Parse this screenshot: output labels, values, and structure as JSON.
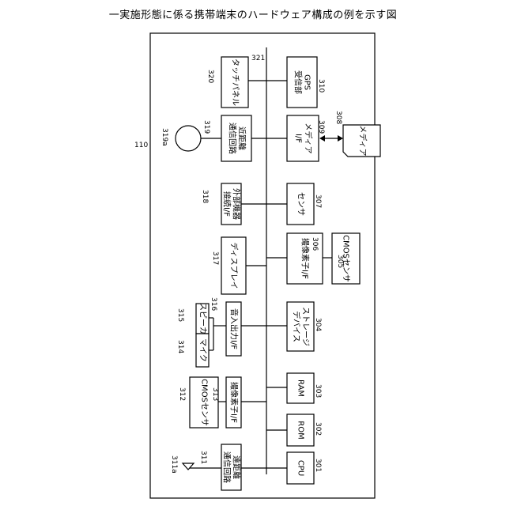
{
  "title": "一実施形態に係る携帯端末のハードウェア構成の例を示す図",
  "device_ref": "110",
  "bus_ref": "321",
  "components": [
    {
      "id": "touch_panel",
      "label": [
        "タッチパネル"
      ],
      "ref": "320"
    },
    {
      "id": "gps",
      "label": [
        "GPS",
        "受信部"
      ],
      "ref": "310"
    },
    {
      "id": "nfc",
      "label": [
        "近距離",
        "通信回路"
      ],
      "ref": "319"
    },
    {
      "id": "nfc_antenna",
      "label": [],
      "ref": "319a"
    },
    {
      "id": "media_if",
      "label": [
        "メディア",
        "I/F"
      ],
      "ref": "309"
    },
    {
      "id": "media",
      "label": [
        "メディア"
      ],
      "ref": "308"
    },
    {
      "id": "ext_if",
      "label": [
        "外部機器",
        "接続I/F"
      ],
      "ref": "318"
    },
    {
      "id": "sensor",
      "label": [
        "センサ"
      ],
      "ref": "307"
    },
    {
      "id": "display",
      "label": [
        "ディスプレイ"
      ],
      "ref": "317"
    },
    {
      "id": "img_if_right",
      "label": [
        "撮像素子I/F"
      ],
      "ref": "306"
    },
    {
      "id": "cmos_right",
      "label": [
        "CMOSセンサ"
      ],
      "ref": "305"
    },
    {
      "id": "speaker",
      "label": [
        "スピーカ"
      ],
      "ref": "315"
    },
    {
      "id": "audio_io",
      "label": [
        "音入出力I/F"
      ],
      "ref": "316"
    },
    {
      "id": "storage",
      "label": [
        "ストレージ",
        "デバイス"
      ],
      "ref": "304"
    },
    {
      "id": "mic",
      "label": [
        "マイク"
      ],
      "ref": "314"
    },
    {
      "id": "cmos_left",
      "label": [
        "CMOSセンサ"
      ],
      "ref": "312"
    },
    {
      "id": "img_if_left",
      "label": [
        "撮像素子I/F"
      ],
      "ref": "313"
    },
    {
      "id": "ram",
      "label": [
        "RAM"
      ],
      "ref": "303"
    },
    {
      "id": "rom",
      "label": [
        "ROM"
      ],
      "ref": "302"
    },
    {
      "id": "far_comm",
      "label": [
        "遠距離",
        "通信回路"
      ],
      "ref": "311"
    },
    {
      "id": "far_antenna",
      "label": [],
      "ref": "311a"
    },
    {
      "id": "cpu",
      "label": [
        "CPU"
      ],
      "ref": "301"
    }
  ]
}
